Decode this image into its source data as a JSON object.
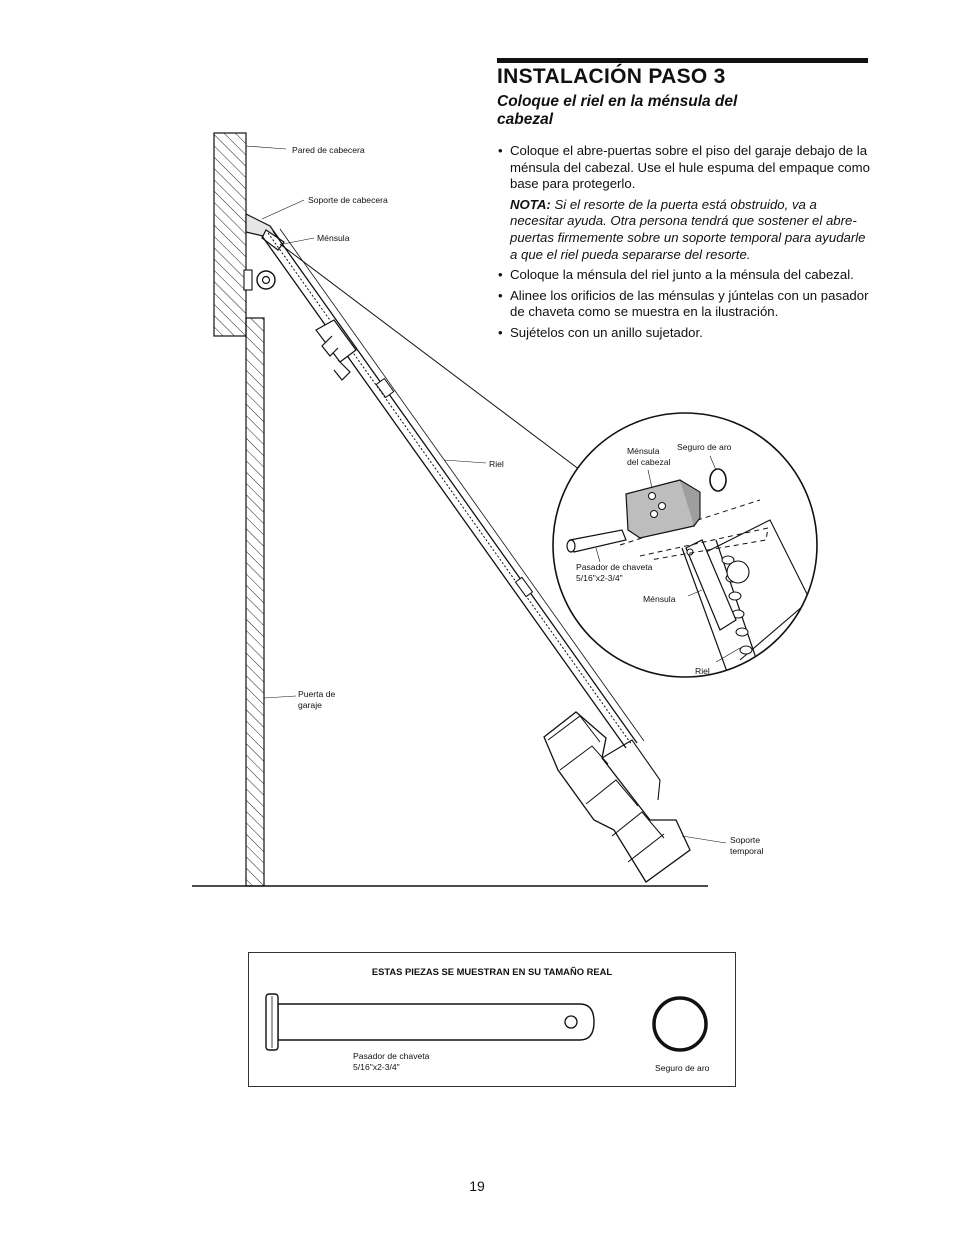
{
  "header": {
    "title": "INSTALACIÓN PASO 3",
    "subtitle": "Coloque el riel en la ménsula del cabezal"
  },
  "instructions": {
    "step1": "Coloque el abre-puertas sobre el piso del garaje debajo de la ménsula del cabezal. Use el hule espuma del empaque como base para protegerlo.",
    "note_label": "NOTA:",
    "note_text": " Si el resorte de la puerta está obstruido, va a necesitar ayuda. Otra persona tendrá que sostener el abre-puertas firmemente sobre un soporte temporal para ayudarle a que el riel pueda separarse del resorte.",
    "step2": "Coloque la ménsula del riel junto a la ménsula del cabezal.",
    "step3": "Alinee los orificios de las ménsulas y júntelas con un pasador de chaveta como se muestra en la ilustración.",
    "step4": "Sujételos con un anillo sujetador."
  },
  "diagram_labels": {
    "header_wall": "Pared de cabecera",
    "header_support": "Soporte de cabecera",
    "bracket": "Ménsula",
    "rail": "Riel",
    "garage_door": "Puerta de\ngaraje",
    "temporary_support": "Soporte\ntemporal"
  },
  "detail_labels": {
    "header_bracket": "Ménsula\ndel cabezal",
    "ring_fastener": "Seguro de aro",
    "clevis_pin": "Pasador de chaveta\n5/16\"x2-3/4\"",
    "bracket": "Ménsula",
    "rail": "Riel"
  },
  "parts_box": {
    "title": "ESTAS PIEZAS SE MUESTRAN EN SU TAMAÑO REAL",
    "clevis_pin": "Pasador de chaveta\n5/16\"x2-3/4\"",
    "ring_fastener": "Seguro de aro"
  },
  "page_number": "19"
}
